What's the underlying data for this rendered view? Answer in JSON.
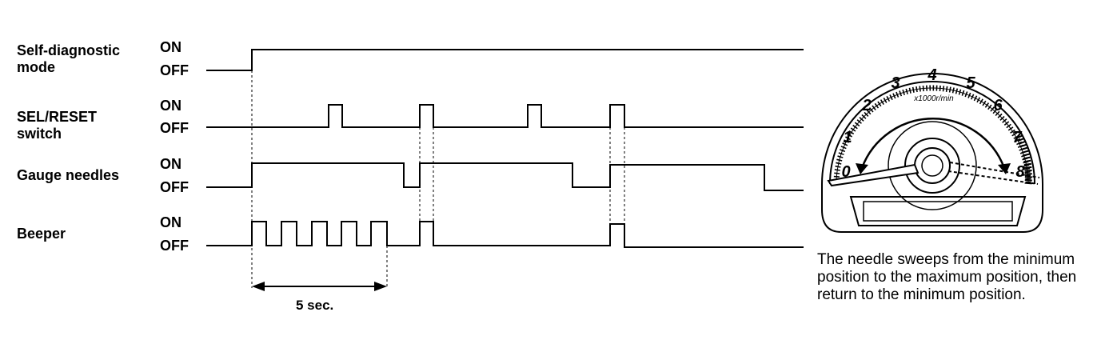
{
  "signals": [
    {
      "label": "Self-diagnostic\nmode",
      "on": "ON",
      "off": "OFF"
    },
    {
      "label": "SEL/RESET\nswitch",
      "on": "ON",
      "off": "OFF"
    },
    {
      "label": "Gauge needles",
      "on": "ON",
      "off": "OFF"
    },
    {
      "label": "Beeper",
      "on": "ON",
      "off": "OFF"
    }
  ],
  "duration_label": "5 sec.",
  "gauge": {
    "ticks": [
      "0",
      "1",
      "2",
      "3",
      "4",
      "5",
      "6",
      "7",
      "8"
    ],
    "unit": "x1000r/min"
  },
  "caption": "The needle sweeps from the minimum position to the maximum position, then return to the minimum position."
}
